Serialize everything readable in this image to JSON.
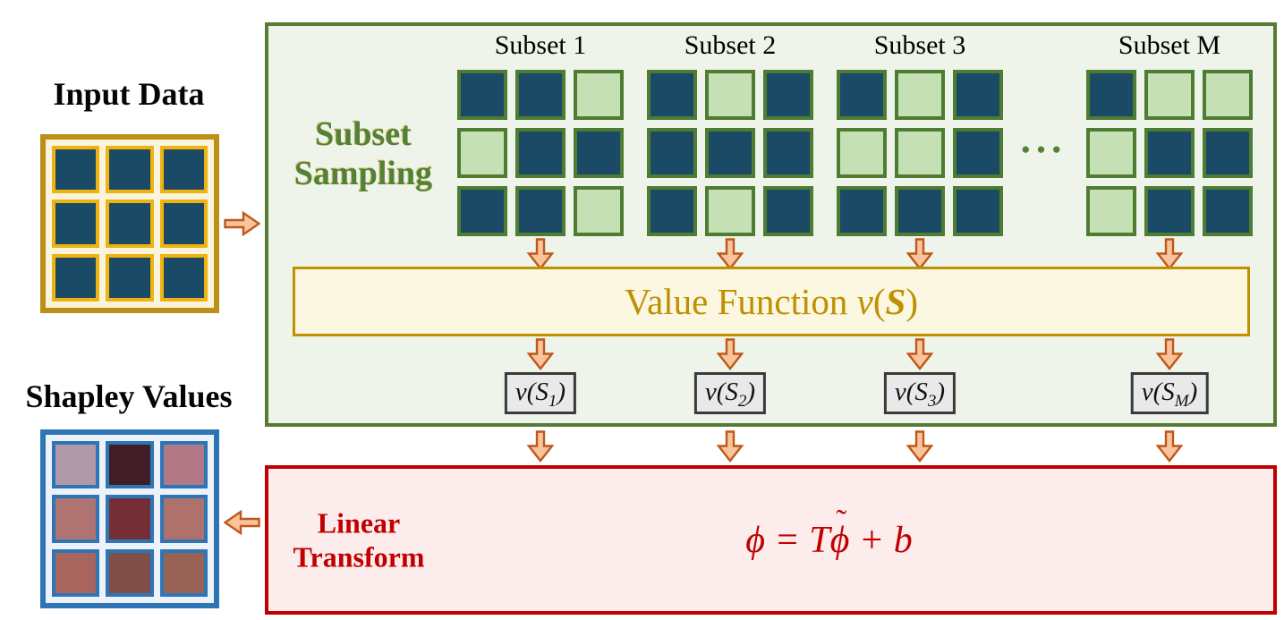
{
  "colors": {
    "panel_green": "#538135",
    "panel_bg": "#eef4ea",
    "gold": "#bf9000",
    "gold_cell_border": "#eeb211",
    "red": "#c00000",
    "red_bg": "#fdecec",
    "blue": "#2e75b6",
    "arrow_fill": "#f9c49c",
    "arrow_stroke": "#c0571a",
    "masked_cell": "#c5e0b4",
    "value_box_bg": "#fbf7e1",
    "output_box_bg": "#e9e9e9"
  },
  "input": {
    "title": "Input Data"
  },
  "shapley": {
    "title": "Shapley Values"
  },
  "panel": {
    "sampling_label": {
      "line1": "Subset",
      "line2": "Sampling"
    },
    "ellipsis": "●●●",
    "subsets": [
      {
        "label": "Subset 1",
        "mask": [
          [
            1,
            1,
            0
          ],
          [
            0,
            1,
            1
          ],
          [
            1,
            1,
            0
          ]
        ]
      },
      {
        "label": "Subset 2",
        "mask": [
          [
            1,
            0,
            1
          ],
          [
            1,
            1,
            1
          ],
          [
            1,
            0,
            1
          ]
        ]
      },
      {
        "label": "Subset 3",
        "mask": [
          [
            1,
            0,
            1
          ],
          [
            0,
            0,
            1
          ],
          [
            1,
            1,
            1
          ]
        ]
      },
      {
        "label": "Subset M",
        "mask": [
          [
            1,
            0,
            0
          ],
          [
            0,
            1,
            1
          ],
          [
            0,
            1,
            1
          ]
        ]
      }
    ],
    "value_function": {
      "prefix": "Value Function ",
      "v": "v",
      "open": "(",
      "s": "S",
      "close": ")"
    },
    "outputs": [
      {
        "base": "v(S",
        "sub": "1",
        "close": ")"
      },
      {
        "base": "v(S",
        "sub": "2",
        "close": ")"
      },
      {
        "base": "v(S",
        "sub": "3",
        "close": ")"
      },
      {
        "base": "v(S",
        "sub": "M",
        "close": ")"
      }
    ]
  },
  "linear_transform": {
    "label_line1": "Linear",
    "label_line2": "Transform",
    "formula": {
      "lhs": "ϕ = T",
      "phi": "ϕ",
      "tilde": "˜",
      "rhs": " + b"
    }
  }
}
